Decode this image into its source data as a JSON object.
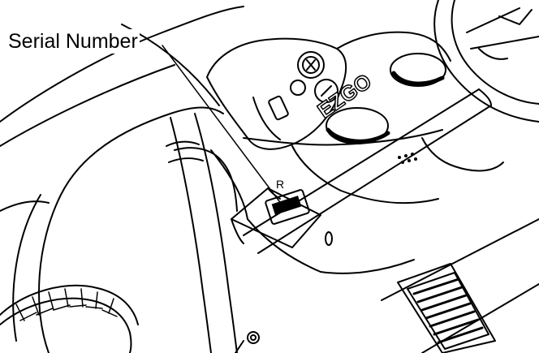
{
  "callout": {
    "label": "Serial Number",
    "color": "#000000"
  },
  "logo": {
    "text": "EZGO"
  },
  "shifter": {
    "position_marker": "R"
  },
  "colors": {
    "line": "#000000",
    "fill": "#ffffff",
    "dark_fill": "#000000"
  }
}
